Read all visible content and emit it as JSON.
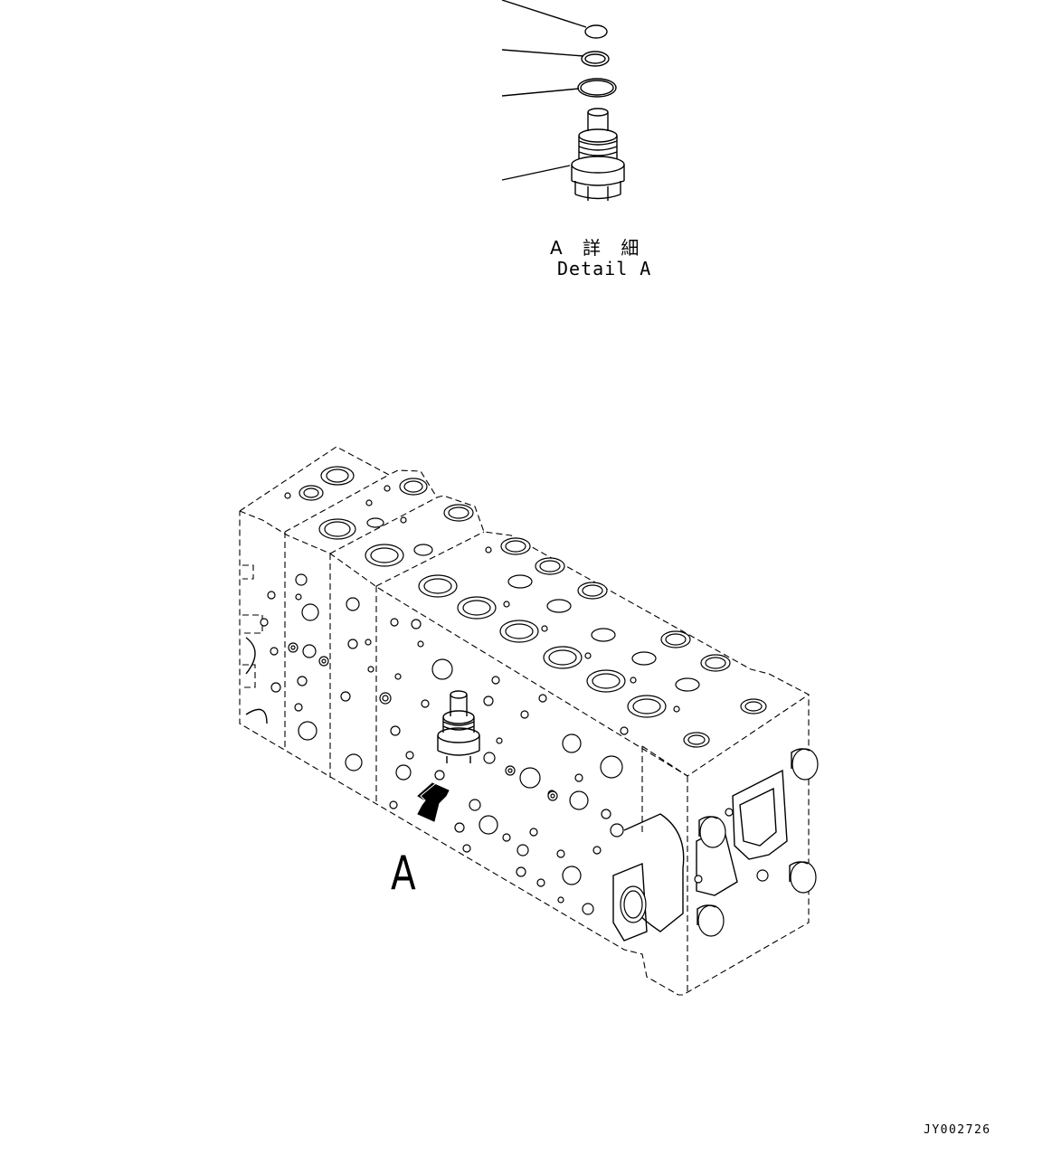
{
  "detail": {
    "title_jp": "A 詳 細",
    "title_en": "Detail A"
  },
  "view_label": "A",
  "drawing_code": "JY002726",
  "parts": [
    {
      "icon": "seal-ring-icon"
    },
    {
      "icon": "backup-ring-icon"
    },
    {
      "icon": "o-ring-icon"
    },
    {
      "icon": "plug-valve-icon"
    }
  ],
  "colors": {
    "line": "#000000",
    "background": "#ffffff"
  }
}
